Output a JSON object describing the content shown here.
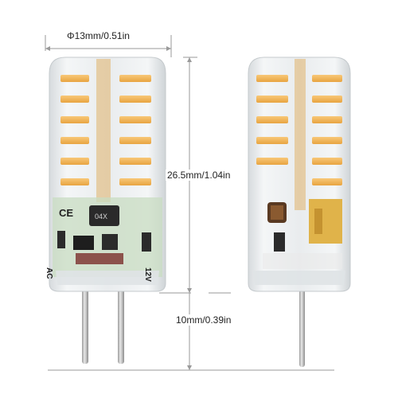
{
  "dimensions": {
    "width_label": "Φ13mm/0.51in",
    "height_label": "26.5mm/1.04in",
    "pin_label": "10mm/0.39in"
  },
  "pcb_markings": {
    "left_text": "AC",
    "right_text": "12V",
    "chip_text": "04X"
  },
  "colors": {
    "led_amber": "#f3b85a",
    "pcb_green": "#b9d7b0",
    "silicone": "#e9ecee",
    "pins": "#c9c9c9",
    "dimension_lines": "#9a9a9a"
  }
}
